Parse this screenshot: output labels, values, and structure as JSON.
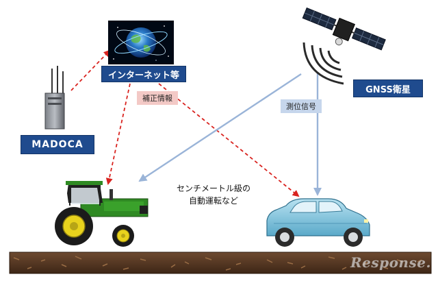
{
  "labels": {
    "madoca": "MADOCA",
    "internet": "インターネット等",
    "gnss": "GNSS衛星",
    "correction": "補正情報",
    "signal": "測位信号",
    "caption_line1": "センチメートル級の",
    "caption_line2": "自動運転など"
  },
  "watermark": "Response.",
  "icons": {
    "base_station": "reference-station-icon",
    "globe": "internet-globe-icon",
    "satellite": "gnss-satellite-icon",
    "tractor": "tractor-icon",
    "car": "car-icon"
  },
  "colors": {
    "label_box": "#1f4b8e",
    "correction_arrow": "#d9231f",
    "signal_arrow": "#9ab4d8",
    "correction_tag": "#f3c9c6",
    "signal_tag": "#c6d6ec",
    "tractor_body": "#2f8a23",
    "wheel_hub": "#e8d21d",
    "car_body": "#86c6df",
    "soil": "#5b3d28"
  }
}
